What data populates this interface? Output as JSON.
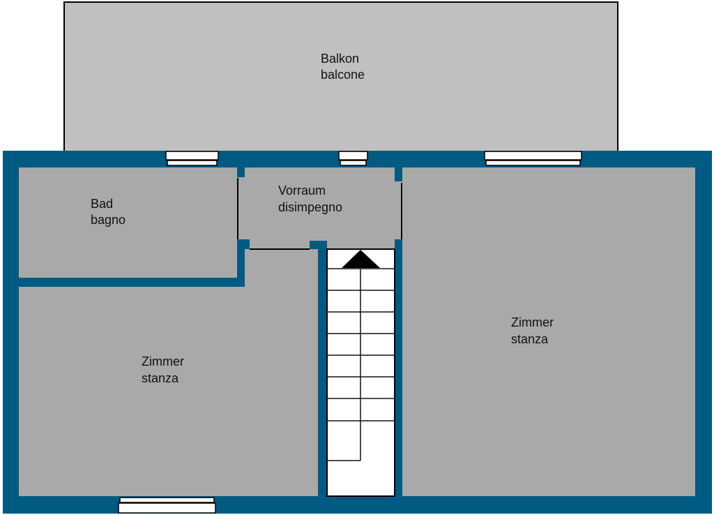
{
  "colors": {
    "wall": "#005b82",
    "room": "#a9a9a9",
    "balcony": "#c0c0c0",
    "stairs": "#ffffff"
  },
  "rooms": {
    "balcony": {
      "de": "Balkon",
      "it": "balcone"
    },
    "bathroom": {
      "de": "Bad",
      "it": "bagno"
    },
    "hallway": {
      "de": "Vorraum",
      "it": "disimpegno"
    },
    "room_left": {
      "de": "Zimmer",
      "it": "stanza"
    },
    "room_right": {
      "de": "Zimmer",
      "it": "stanza"
    }
  }
}
